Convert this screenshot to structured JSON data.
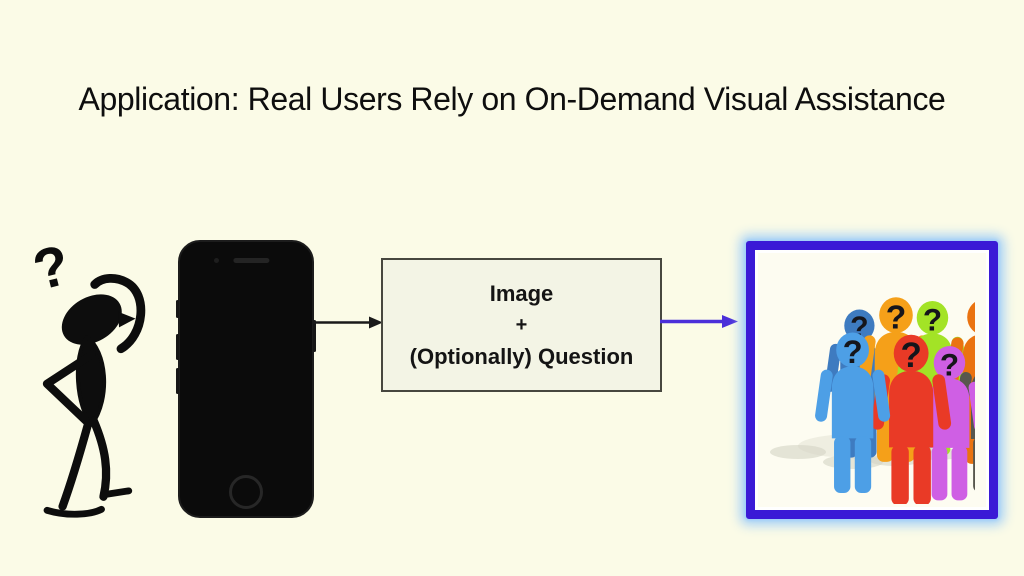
{
  "slide": {
    "title": "Application: Real Users Rely on On-Demand Visual Assistance",
    "background_color": "#FBFBE7"
  },
  "confused_user": {
    "question_mark": "?"
  },
  "flow": {
    "arrow_to_box_color": "#1A1A1A",
    "input_box": {
      "line1": "Image",
      "line2": "+",
      "line3": "(Optionally) Question"
    },
    "arrow_to_crowd_color": "#4B2FD9"
  },
  "crowd_panel": {
    "border_color": "#3A1AD6",
    "glow_color": "#A9D2F7",
    "question_mark": "?",
    "figures": [
      {
        "name": "person-blue-back",
        "color": "#3E7BC0"
      },
      {
        "name": "person-amber",
        "color": "#F5A019"
      },
      {
        "name": "person-chartreuse",
        "color": "#A3E326"
      },
      {
        "name": "person-dark-orange",
        "color": "#EA7310"
      },
      {
        "name": "person-gray",
        "color": "#58574E"
      },
      {
        "name": "person-orchid",
        "color": "#CF5FE4"
      },
      {
        "name": "person-red",
        "color": "#E93A26"
      },
      {
        "name": "person-light-blue",
        "color": "#4D9FE6"
      }
    ]
  }
}
